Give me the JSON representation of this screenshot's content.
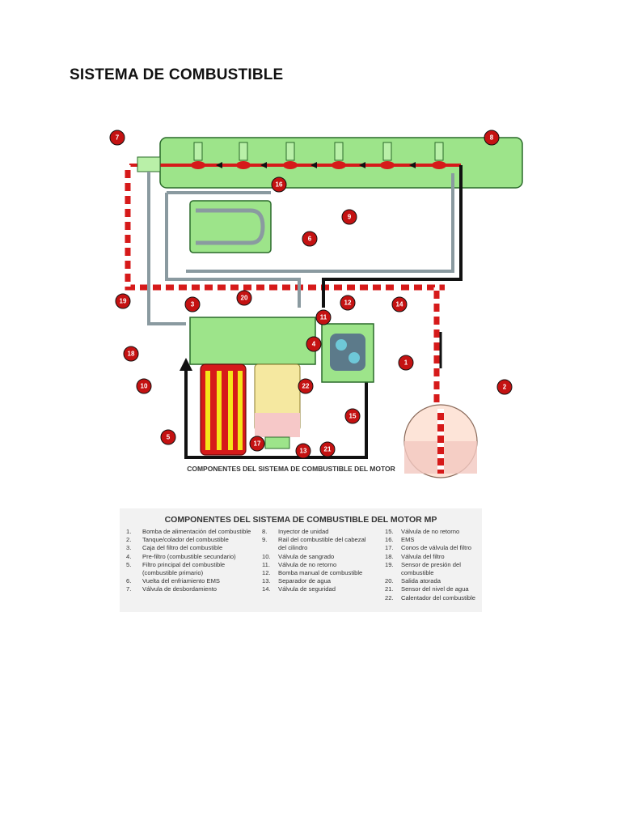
{
  "page_title": "SISTEMA DE COMBUSTIBLE",
  "diagram": {
    "caption": "COMPONENTES DEL SISTEMA DE COMBUSTIBLE DEL MOTOR",
    "callouts": [
      "1",
      "2",
      "3",
      "4",
      "5",
      "6",
      "7",
      "8",
      "9",
      "10",
      "11",
      "12",
      "13",
      "14",
      "15",
      "16",
      "17",
      "18",
      "19",
      "20",
      "21",
      "22"
    ]
  },
  "legend": {
    "title": "COMPONENTES DEL SISTEMA DE COMBUSTIBLE DEL MOTOR MP",
    "columns": [
      [
        {
          "num": "1.",
          "text": "Bomba de alimentación del combustible"
        },
        {
          "num": "2.",
          "text": "Tanque/colador del combustible"
        },
        {
          "num": "3.",
          "text": "Caja del filtro del combustible"
        },
        {
          "num": "4.",
          "text": "Pre-filtro (combustible secundario)"
        },
        {
          "num": "5.",
          "text": "Filtro principal del combustible"
        },
        {
          "num": "",
          "text": "(combustible primario)"
        },
        {
          "num": "6.",
          "text": "Vuelta del enfriamiento EMS"
        },
        {
          "num": "7.",
          "text": "Válvula de desbordamiento"
        }
      ],
      [
        {
          "num": "8.",
          "text": "Inyector de unidad"
        },
        {
          "num": "9.",
          "text": "Rail del combustible del cabezal"
        },
        {
          "num": "",
          "text": "del cilindro"
        },
        {
          "num": "10.",
          "text": "Válvula de sangrado"
        },
        {
          "num": "11.",
          "text": "Válvula de no retorno"
        },
        {
          "num": "12.",
          "text": "Bomba manual de combustible"
        },
        {
          "num": "13.",
          "text": "Separador de agua"
        },
        {
          "num": "14.",
          "text": "Válvula de seguridad"
        }
      ],
      [
        {
          "num": "15.",
          "text": "Válvula de no retorno"
        },
        {
          "num": "16.",
          "text": "EMS"
        },
        {
          "num": "17.",
          "text": "Conos de válvula del filtro"
        },
        {
          "num": "18.",
          "text": "Válvula del filtro"
        },
        {
          "num": "19.",
          "text": "Sensor de presión del"
        },
        {
          "num": "",
          "text": "combustible"
        },
        {
          "num": "20.",
          "text": "Salida atorada"
        },
        {
          "num": "21.",
          "text": "Sensor del nivel de agua"
        },
        {
          "num": "22.",
          "text": "Calentador del combustible"
        }
      ]
    ]
  },
  "colors": {
    "component_green": "#9de48a",
    "fuel_red": "#d61a1a",
    "pipe_gray": "#8a9aa0",
    "callout_red": "#c41212",
    "filter_yellow": "#f5e51a"
  }
}
